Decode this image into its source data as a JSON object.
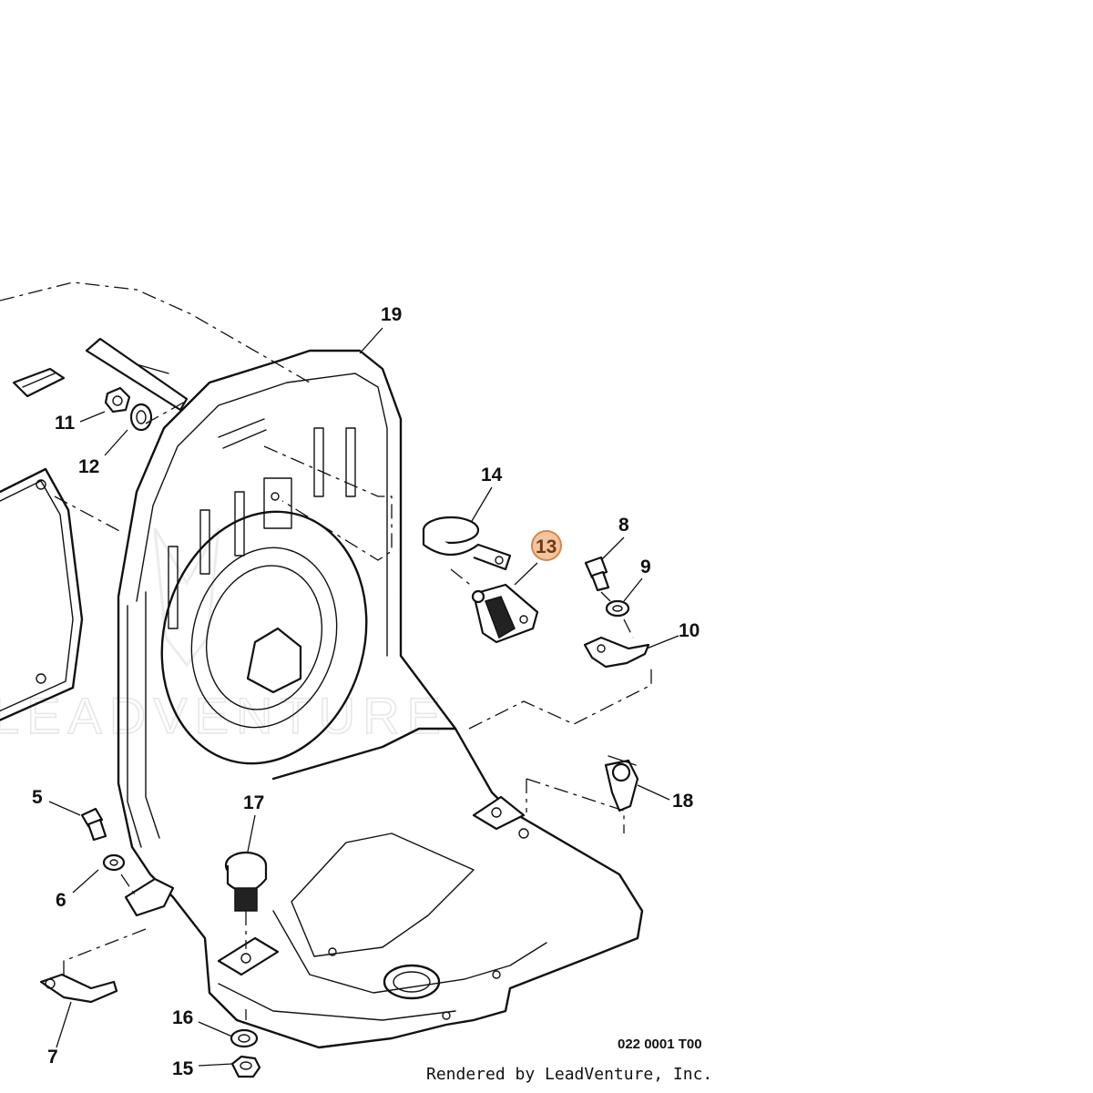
{
  "diagram": {
    "highlighted_part": "13",
    "highlight_color": "#f3c49e",
    "part_labels": [
      "19",
      "11",
      "12",
      "14",
      "13",
      "8",
      "9",
      "10",
      "5",
      "6",
      "17",
      "18",
      "7",
      "16",
      "15"
    ],
    "figure_code": "022 0001 T00",
    "credit": "Rendered by LeadVenture, Inc.",
    "watermark": "LEADVENTURE"
  }
}
